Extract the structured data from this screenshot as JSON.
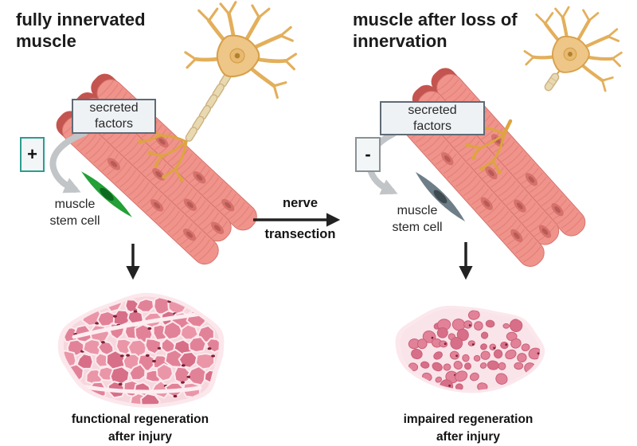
{
  "left_panel": {
    "title": "fully innervated\nmuscle",
    "secreted_factors_label": "secreted\nfactors",
    "sign": "+",
    "stem_cell_label": "muscle\nstem cell",
    "result_label": "functional regeneration\nafter injury"
  },
  "right_panel": {
    "title": "muscle after loss of\ninnervation",
    "secreted_factors_label": "secreted\nfactors",
    "sign": "-",
    "stem_cell_label": "muscle\nstem cell",
    "result_label": "impaired regeneration\nafter injury"
  },
  "center": {
    "arrow_label_top": "nerve",
    "arrow_label_bottom": "transection"
  },
  "colors": {
    "background": "#ffffff",
    "text": "#1b1b1b",
    "muscle_body": "#f0938b",
    "muscle_stripe": "#d5736e",
    "muscle_cap": "#c4544f",
    "muscle_nucleus": "#d46f6a",
    "muscle_nucleus_dark": "#b85a55",
    "neuron_body": "#eec687",
    "neuron_outline": "#d7a049",
    "neuron_dendrite": "#e3af5b",
    "neuron_nucleus": "#e7ba72",
    "neuron_nucleolus": "#b5812f",
    "myelin_fill": "#e9d9b0",
    "myelin_outline": "#ccb183",
    "nerve_terminal": "#dda53f",
    "stem_cell_active": "#23a036",
    "stem_cell_active_dark": "#0d6b1f",
    "stem_cell_inactive": "#6e7e88",
    "stem_cell_inactive_dark": "#3f4a51",
    "label_box_bg": "#eef2f5",
    "label_box_border": "#5f6b76",
    "plus_box_border": "#2a9d8f",
    "minus_box_border": "#8a9197",
    "gray_arrow": "#c2c5c8",
    "black_arrow": "#222222",
    "xsec_left_bg": "#f6d7de",
    "xsec_right_bg": "#f9e4e9",
    "xsec_halo": "#fbe7ec",
    "xsec_cell_a": "#e28298",
    "xsec_cell_b": "#d76f88",
    "xsec_cell_c": "#ea96a8",
    "xsec_gap": "#fceaee",
    "xsec_cleft": "#fdeef2",
    "xsec_cell_edge": "#c9607a",
    "xsec_nucleus": "#7c2134"
  }
}
